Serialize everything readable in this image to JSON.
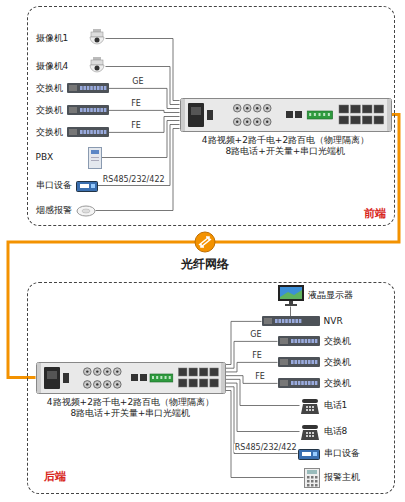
{
  "diagram": {
    "nodes": [
      {
        "text": [
          "前端"
        ]
      },
      {
        "text": [
          "4路视频+2路千电+2路百电（物理隔离） 8路电话+开关量+串口光端机"
        ],
        "in": 0
      },
      {
        "text": [
          "摄像机1"
        ],
        "in": 0
      },
      {
        "text": [
          "摄像机4"
        ],
        "in": 0
      },
      {
        "text": [
          "交换机"
        ],
        "in": 0
      },
      {
        "text": [
          "交换机"
        ],
        "in": 0
      },
      {
        "text": [
          "交换机"
        ],
        "in": 0
      },
      {
        "text": [
          "PBX"
        ],
        "in": 0
      },
      {
        "text": [
          "串口设备"
        ],
        "in": 0
      },
      {
        "text": [
          "烟感报警"
        ],
        "in": 0
      },
      {
        "text": [
          "后端"
        ]
      },
      {
        "text": [
          "4路视频+2路千电+2路百电（物理隔离） 8路电话+开关量+串口光端机"
        ],
        "in": 10
      },
      {
        "text": [
          "液晶显示器"
        ],
        "in": 10
      },
      {
        "text": [
          "NVR"
        ],
        "in": 10
      },
      {
        "text": [
          "交换机"
        ],
        "in": 10
      },
      {
        "text": [
          "交换机"
        ],
        "in": 10
      },
      {
        "text": [
          "交换机"
        ],
        "in": 10
      },
      {
        "text": [
          "电话1"
        ],
        "in": 10
      },
      {
        "text": [
          "电话8"
        ],
        "in": 10
      },
      {
        "text": [
          "串口设备"
        ],
        "in": 10
      },
      {
        "text": [
          "报警主机"
        ],
        "in": 10
      }
    ],
    "edges": [
      {
        "from": 2,
        "to": 1,
        "arrow": "none"
      },
      {
        "from": 3,
        "to": 1,
        "arrow": "none"
      },
      {
        "from": 4,
        "to": 1,
        "label": "GE",
        "arrow": "none"
      },
      {
        "from": 5,
        "to": 1,
        "label": "FE",
        "arrow": "none"
      },
      {
        "from": 6,
        "to": 1,
        "label": "FE",
        "arrow": "none"
      },
      {
        "from": 7,
        "to": 1,
        "arrow": "none"
      },
      {
        "from": 8,
        "to": 1,
        "label": "RS485/232/422",
        "arrow": "none"
      },
      {
        "from": 9,
        "to": 1,
        "arrow": "none"
      },
      {
        "from": 1,
        "to": 11,
        "arrow": "none"
      },
      {
        "from": 11,
        "to": 13,
        "arrow": "none"
      },
      {
        "from": 11,
        "to": 14,
        "label": "GE",
        "arrow": "none"
      },
      {
        "from": 11,
        "to": 15,
        "label": "FE",
        "arrow": "none"
      },
      {
        "from": 11,
        "to": 16,
        "label": "FE",
        "arrow": "none"
      },
      {
        "from": 11,
        "to": 17,
        "arrow": "none"
      },
      {
        "from": 11,
        "to": 18,
        "arrow": "none"
      },
      {
        "from": 11,
        "to": 19,
        "label": "RS485/232/422",
        "arrow": "none"
      },
      {
        "from": 11,
        "to": 20,
        "arrow": "none"
      },
      {
        "from": 12,
        "to": 13,
        "arrow": "none"
      }
    ],
    "labels": [
      "光纤网络"
    ]
  }
}
